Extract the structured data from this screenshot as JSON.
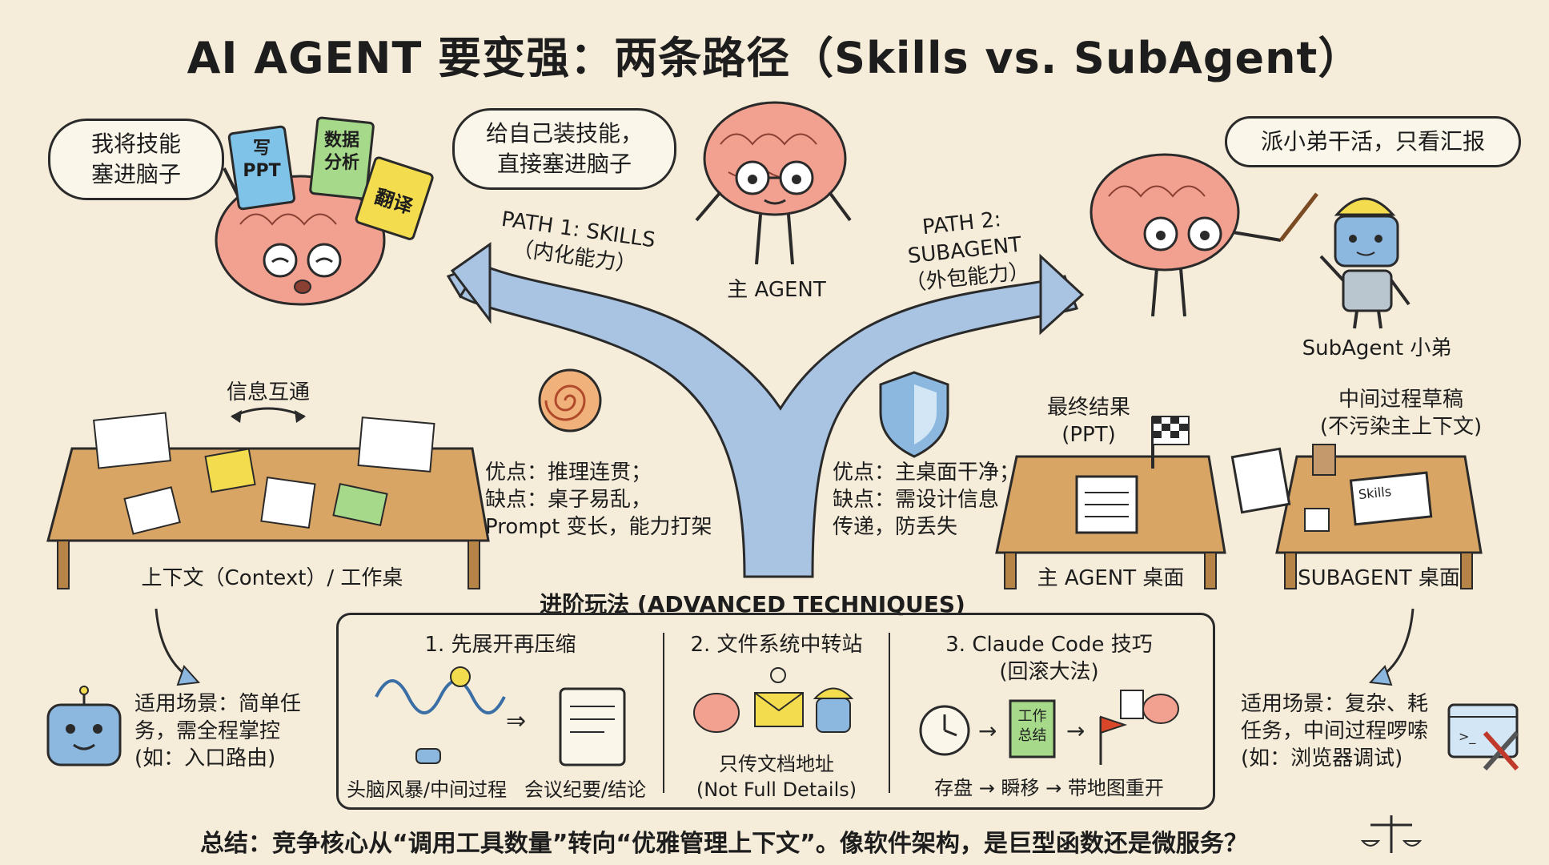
{
  "title": "AI AGENT 要变强：两条路径（Skills vs. SubAgent）",
  "left_thought": {
    "line1": "我将技能",
    "line2": "塞进脑子"
  },
  "cards": {
    "ppt_line1": "写",
    "ppt_line2": "PPT",
    "data_line1": "数据",
    "data_line2": "分析",
    "translate": "翻译"
  },
  "main_speech": {
    "line1": "给自己装技能，",
    "line2": "直接塞进脑子"
  },
  "right_speech": "派小弟干活，只看汇报",
  "main_agent_label": "主 AGENT",
  "path1": {
    "title": "PATH 1: SKILLS",
    "subtitle": "（内化能力）"
  },
  "path2": {
    "title": "PATH 2: SUBAGENT",
    "subtitle": "（外包能力）"
  },
  "subagent_label": "SubAgent 小弟",
  "left_desk": {
    "info_label": "信息互通",
    "caption": "上下文（Context）/ 工作桌"
  },
  "skills_pros": {
    "line1": "优点：推理连贯；",
    "line2": "缺点：桌子易乱，",
    "line3": "Prompt 变长，能力打架"
  },
  "subagent_pros": {
    "line1": "优点：主桌面干净；",
    "line2": "缺点：需设计信息",
    "line3": "传递，防丢失"
  },
  "final_result": {
    "line1": "最终结果",
    "line2": "(PPT)"
  },
  "draft": {
    "line1": "中间过程草稿",
    "line2": "(不污染主上下文)"
  },
  "main_desk_label": "主 AGENT 桌面",
  "sub_desk_label": "SUBAGENT 桌面",
  "skills_tag": "Skills",
  "advanced": {
    "title": "进阶玩法 (ADVANCED TECHNIQUES)",
    "t1": {
      "title": "1. 先展开再压缩",
      "left": "头脑风暴/中间过程",
      "right": "会议纪要/结论"
    },
    "t2": {
      "title": "2. 文件系统中转站",
      "line1": "只传文档地址",
      "line2": "(Not Full Details)"
    },
    "t3": {
      "title_line1": "3. Claude Code 技巧",
      "title_line2": "(回滚大法)",
      "doc_line1": "工作",
      "doc_line2": "总结",
      "flow": "存盘 → 瞬移 → 带地图重开"
    }
  },
  "left_use": {
    "line1": "适用场景：简单任",
    "line2": "务，需全程掌控",
    "line3": "(如：入口路由)"
  },
  "right_use": {
    "line1": "适用场景：复杂、耗",
    "line2": "任务，中间过程啰嗦",
    "line3": "(如：浏览器调试)"
  },
  "summary": "总结：竞争核心从“调用工具数量”转向“优雅管理上下文”。像软件架构，是巨型函数还是微服务？",
  "colors": {
    "background": "#f5ecd9",
    "brain": "#f2a190",
    "road": "#a9c4e2",
    "desk": "#d9a565",
    "card_blue": "#7fc3e8",
    "card_green": "#a6d98a",
    "card_yellow": "#f3dd4e",
    "robot": "#8cb8e0"
  }
}
